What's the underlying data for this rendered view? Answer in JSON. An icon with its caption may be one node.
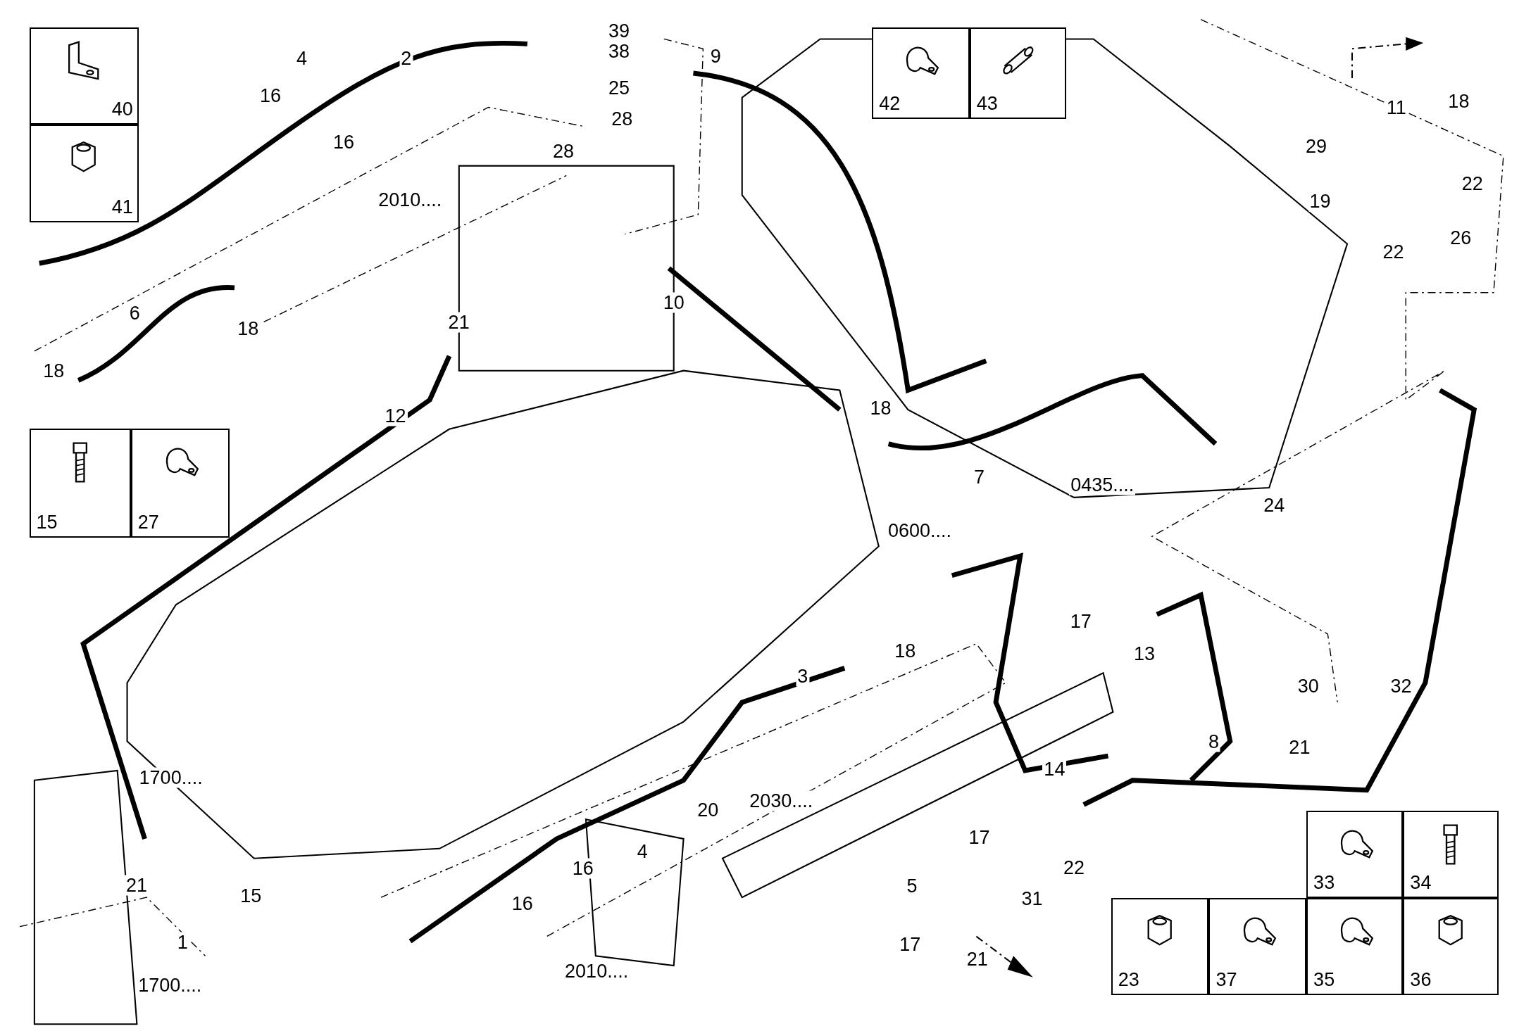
{
  "diagram": {
    "nodes": [
      {
        "text": [
          "40"
        ]
      },
      {
        "text": [
          "41"
        ]
      },
      {
        "text": [
          "42"
        ]
      },
      {
        "text": [
          "43"
        ]
      },
      {
        "text": [
          "15"
        ]
      },
      {
        "text": [
          "27"
        ]
      },
      {
        "text": [
          "33"
        ]
      },
      {
        "text": [
          "34"
        ]
      },
      {
        "text": [
          "23"
        ]
      },
      {
        "text": [
          "37"
        ]
      },
      {
        "text": [
          "35"
        ]
      },
      {
        "text": [
          "36"
        ]
      }
    ],
    "labels": [
      "39",
      "4",
      "2",
      "9",
      "38",
      "25",
      "28",
      "18",
      "11",
      "16",
      "16",
      "29",
      "28",
      "19",
      "22",
      "2010....",
      "26",
      "22",
      "6",
      "10",
      "18",
      "21",
      "18",
      "12",
      "18",
      "7",
      "0435....",
      "24",
      "0600....",
      "17",
      "18",
      "13",
      "3",
      "30",
      "32",
      "8",
      "21",
      "14",
      "1700....",
      "2030....",
      "20",
      "17",
      "16",
      "4",
      "22",
      "21",
      "15",
      "5",
      "31",
      "16",
      "17",
      "1",
      "21",
      "2010....",
      "1700...."
    ]
  }
}
